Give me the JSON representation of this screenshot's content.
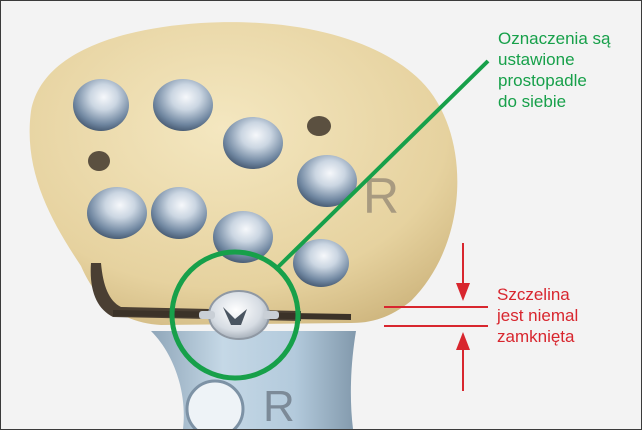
{
  "annotations": {
    "alignment_note": "Oznaczenia są\nustawione\nprostopadle\ndo siebie",
    "gap_note": "Szczelina\njest niemal\nzamknięta"
  },
  "engravings": {
    "plate_letter": "R",
    "shaft_letter": "R"
  },
  "colors": {
    "green": "#17a04a",
    "red": "#d8262e",
    "plate": "#e8d6a6",
    "shaft": "#a9c3d6",
    "background": "#f3f3f3"
  }
}
